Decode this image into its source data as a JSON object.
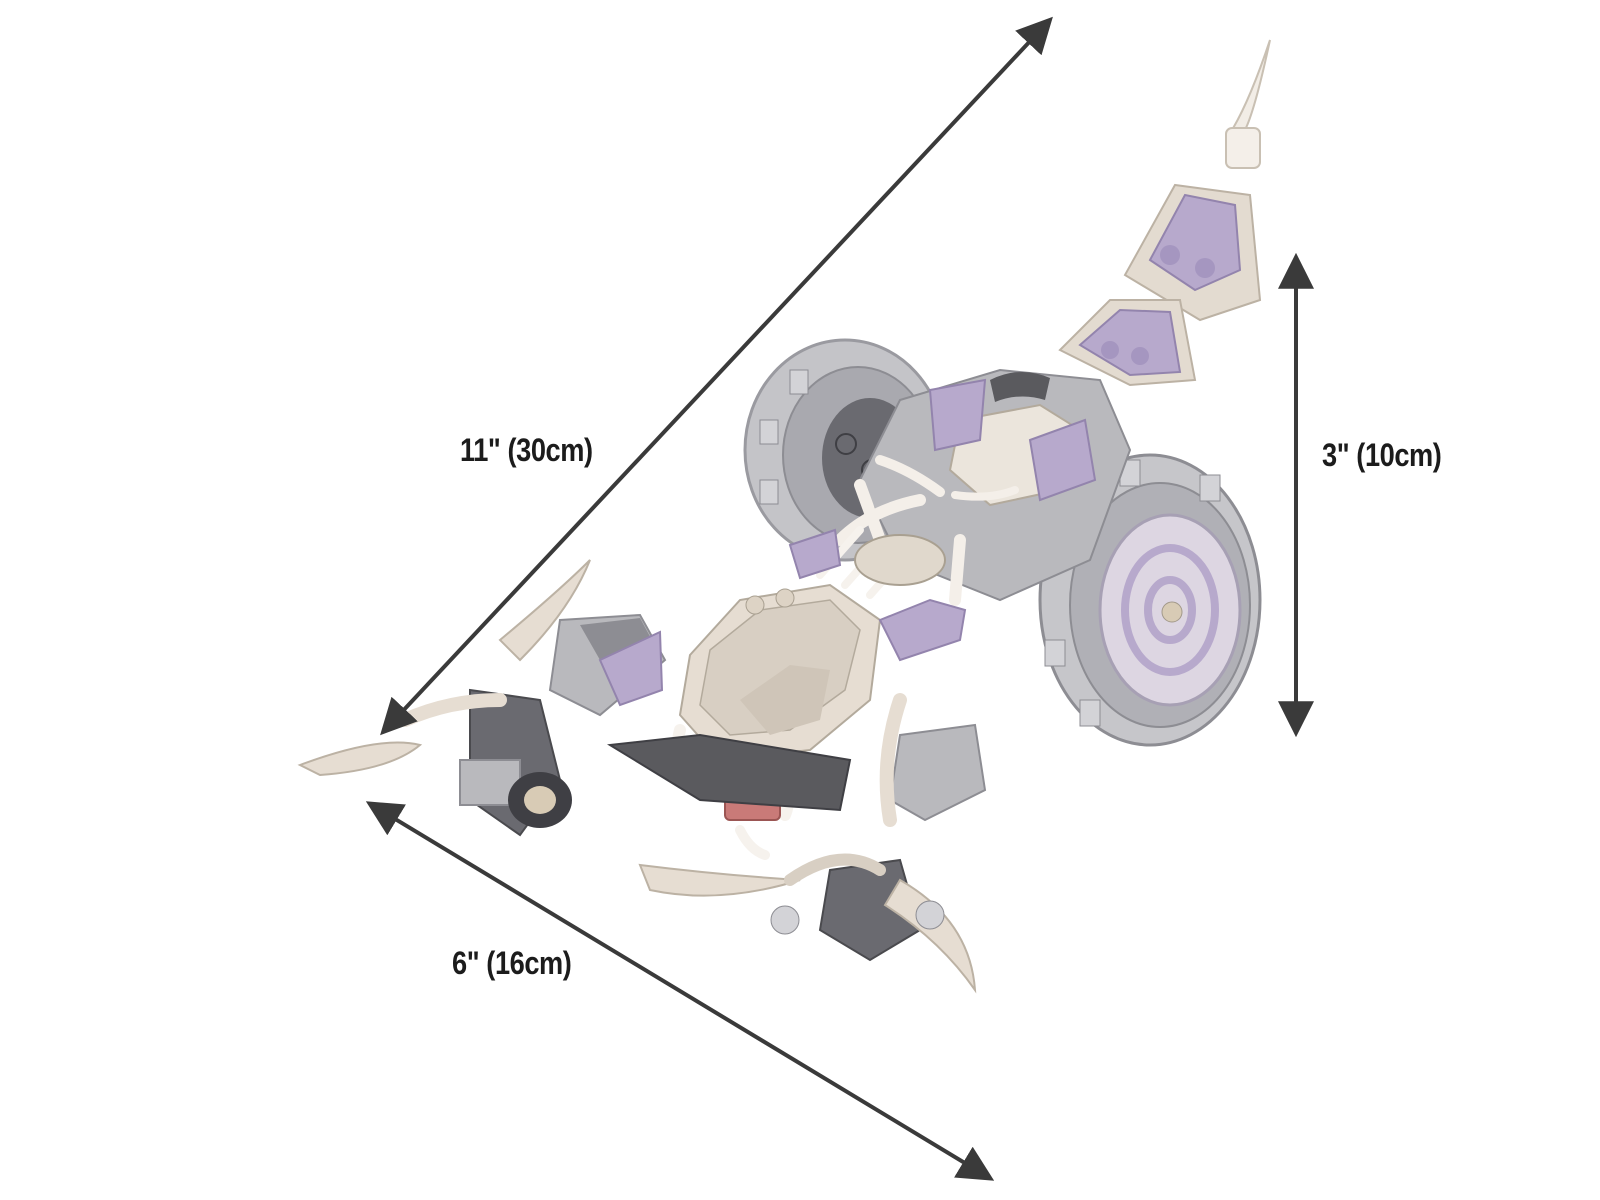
{
  "dimensions": {
    "length": "11\" (30cm)",
    "height": "3\" (10cm)",
    "width": "6\" (16cm)"
  },
  "colors": {
    "arrow": "#3a3a3a",
    "label": "#1c1c1c",
    "bone": "#e6ddd2",
    "bone_shade": "#cfc5b8",
    "purple": "#b7a9cc",
    "purple_shade": "#9e8fb8",
    "gray": "#b9b9bd",
    "gray_dark": "#8d8d93",
    "black": "#5a5a5e",
    "red": "#c97a78"
  },
  "icons": {
    "arrow": "double-headed-arrow-icon"
  }
}
